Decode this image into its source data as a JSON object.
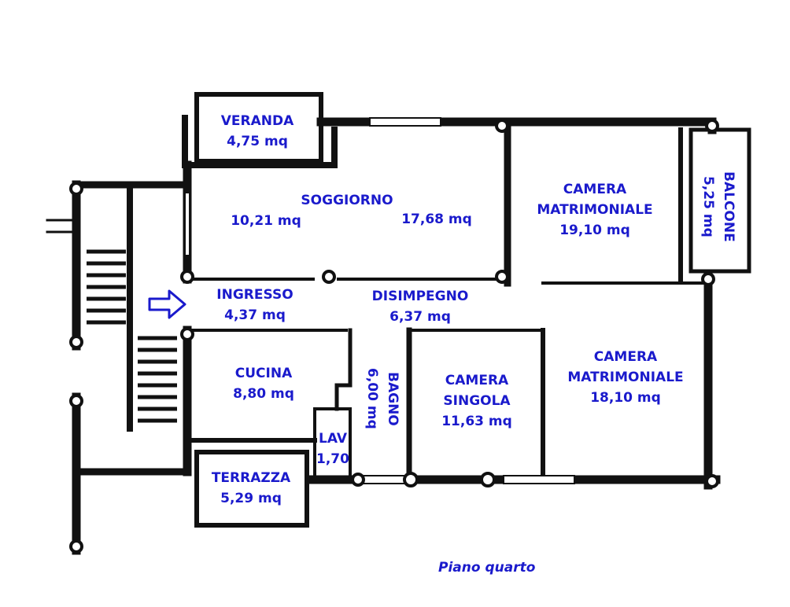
{
  "rooms": {
    "veranda": {
      "name": "VERANDA",
      "area": "4,75 mq"
    },
    "soggiorno": {
      "name": "SOGGIORNO",
      "area_left": "10,21 mq",
      "area_right": "17,68 mq"
    },
    "camera_matrimoniale_1": {
      "line1": "CAMERA",
      "line2": "MATRIMONIALE",
      "area": "19,10 mq"
    },
    "balcone": {
      "name": "BALCONE",
      "area": "5,25 mq"
    },
    "ingresso": {
      "name": "INGRESSO",
      "area": "4,37 mq"
    },
    "disimpegno": {
      "name": "DISIMPEGNO",
      "area": "6,37 mq"
    },
    "cucina": {
      "name": "CUCINA",
      "area": "8,80 mq"
    },
    "bagno": {
      "name": "BAGNO",
      "area": "6,00 mq"
    },
    "camera_singola": {
      "line1": "CAMERA",
      "line2": "SINGOLA",
      "area": "11,63 mq"
    },
    "camera_matrimoniale_2": {
      "line1": "CAMERA",
      "line2": "MATRIMONIALE",
      "area": "18,10 mq"
    },
    "lav": {
      "name": "LAV",
      "area": "1,70"
    },
    "terrazza": {
      "name": "TERRAZZA",
      "area": "5,29 mq"
    }
  },
  "floor_label": "Piano quarto",
  "colors": {
    "label": "#1a1acc",
    "wall": "#111111"
  },
  "icons": {
    "entrance": "arrow-right-icon"
  }
}
